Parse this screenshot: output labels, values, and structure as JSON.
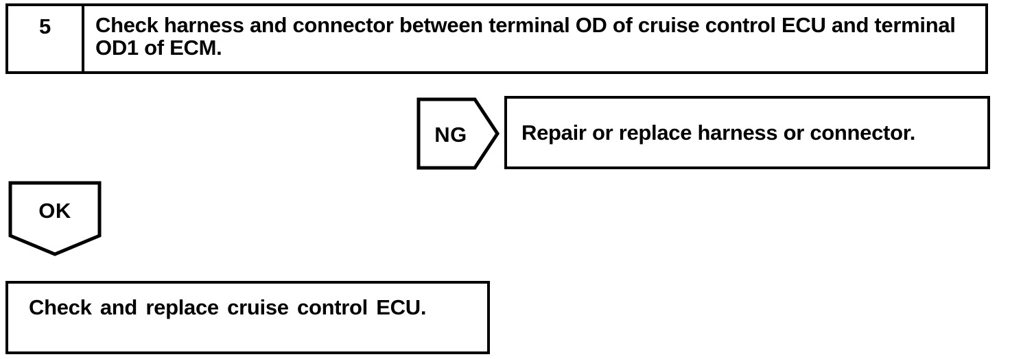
{
  "colors": {
    "ink": "#000000",
    "paper": "#ffffff"
  },
  "step_box": {
    "number": "5",
    "instruction": "Check harness and connector between terminal OD of cruise control ECU and terminal OD1 of ECM."
  },
  "ng_branch": {
    "label": "NG",
    "action": "Repair or replace harness or connector."
  },
  "ok_branch": {
    "label": "OK",
    "action": "Check and replace cruise control ECU."
  }
}
